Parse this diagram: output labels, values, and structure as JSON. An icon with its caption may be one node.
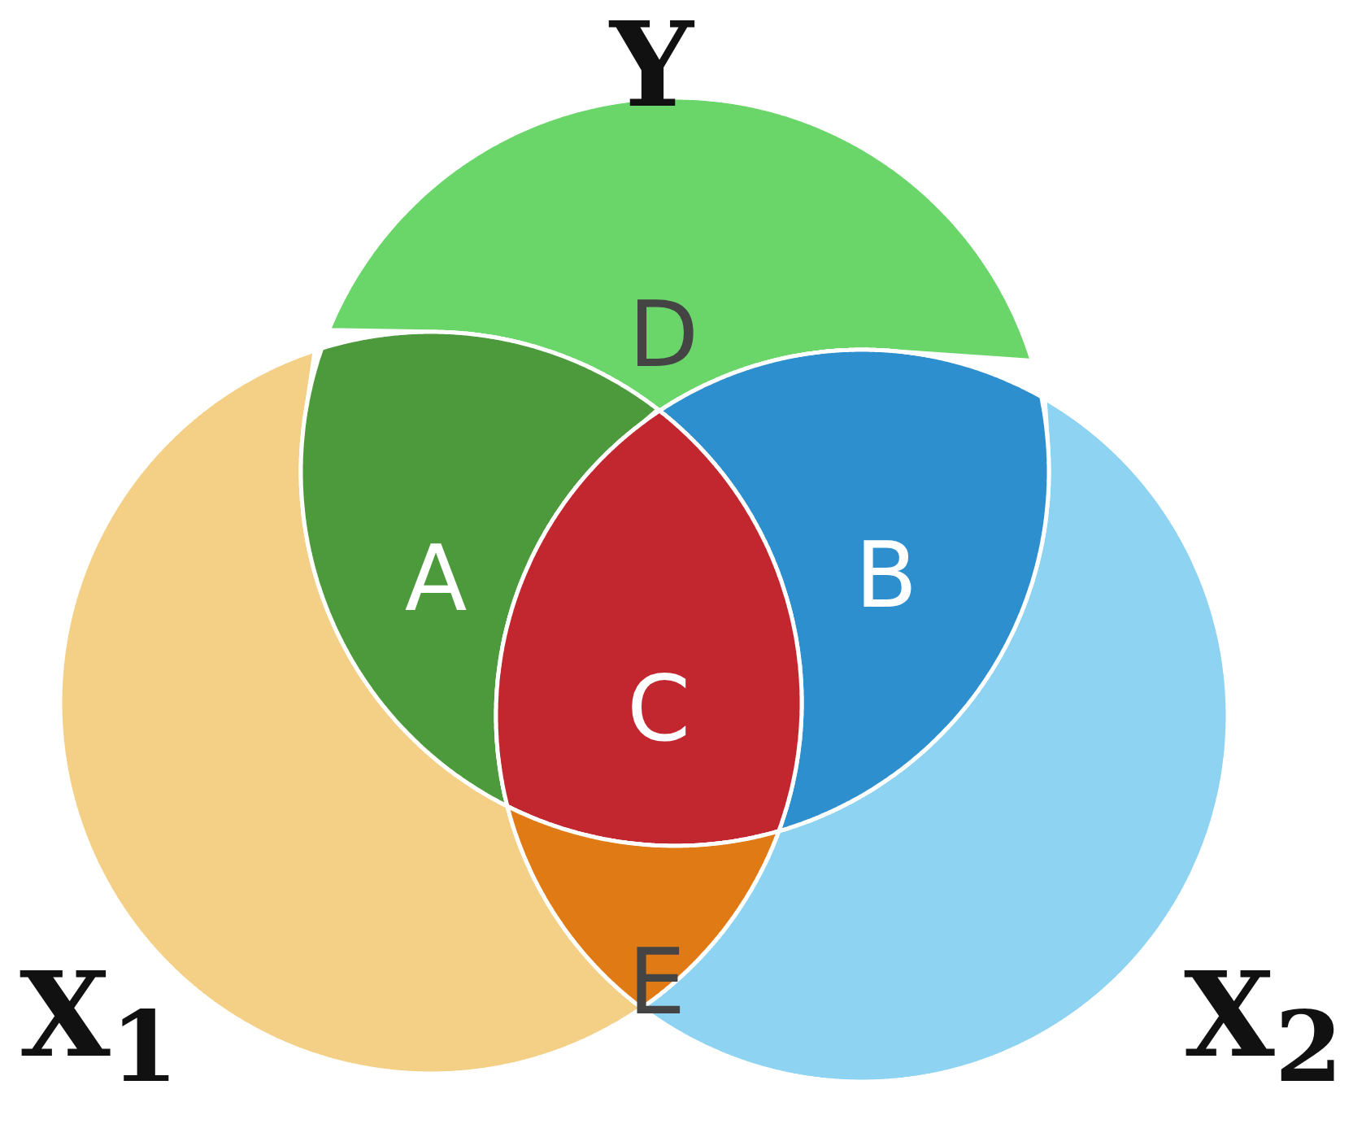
{
  "diagram": {
    "nodes": [
      {
        "text": [
          "Y"
        ]
      },
      {
        "text": [
          "D"
        ]
      },
      {
        "text": [
          "A"
        ]
      },
      {
        "text": [
          "B"
        ]
      },
      {
        "text": [
          "C"
        ]
      },
      {
        "text": [
          "X$_{1}$"
        ]
      },
      {
        "text": [
          "E"
        ]
      },
      {
        "text": [
          "X$_{2}$"
        ]
      }
    ]
  }
}
